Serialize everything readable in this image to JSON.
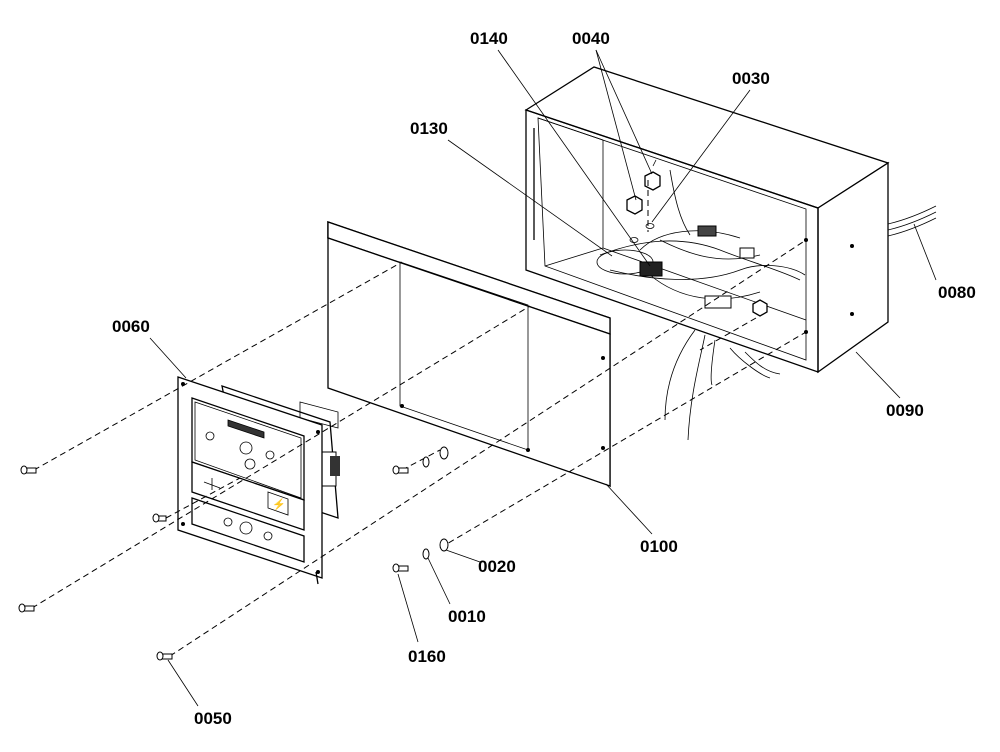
{
  "callouts": {
    "c0140": "0140",
    "c0040": "0040",
    "c0030": "0030",
    "c0130": "0130",
    "c0080": "0080",
    "c0060": "0060",
    "c0090": "0090",
    "c0100": "0100",
    "c0020": "0020",
    "c0010": "0010",
    "c0160": "0160",
    "c0050": "0050"
  }
}
